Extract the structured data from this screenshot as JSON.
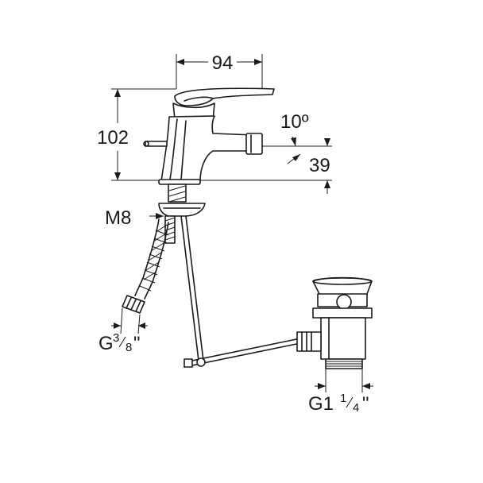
{
  "dimensions": {
    "width": "94",
    "height": "102",
    "spout_height": "39",
    "spout_angle": "10º"
  },
  "connections": {
    "stud": "M8",
    "hose_thread_prefix": "G",
    "hose_thread_num": "3",
    "hose_thread_den": "8",
    "hose_thread_unit": "\"",
    "waste_thread_prefix": "G1",
    "waste_thread_num": "1",
    "waste_thread_den": "4",
    "waste_thread_unit": "\""
  },
  "colors": {
    "line": "#1a1a1a",
    "shade": "#d9d9d9",
    "background": "#ffffff"
  }
}
